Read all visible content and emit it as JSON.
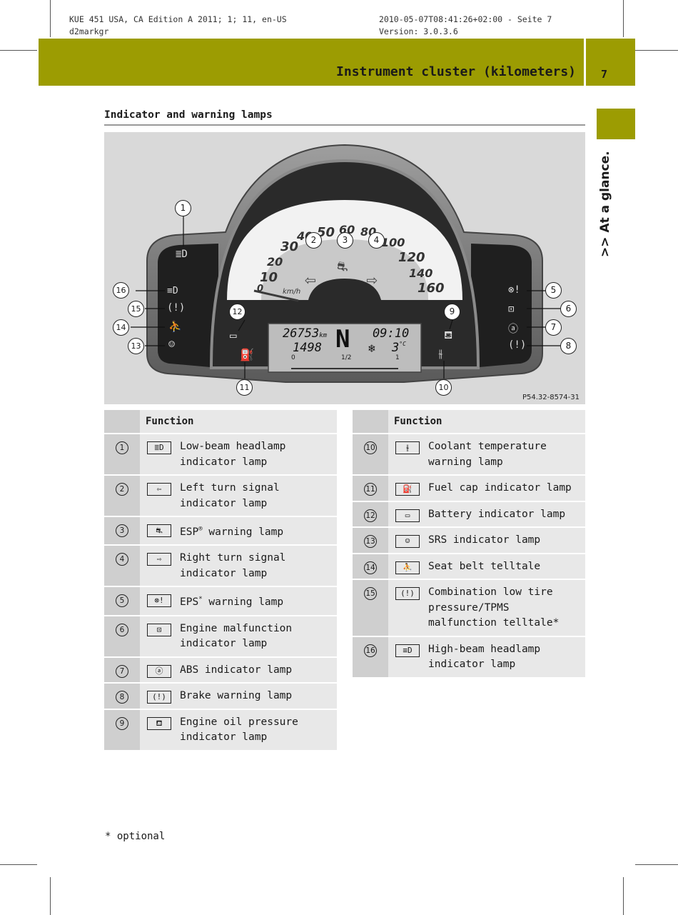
{
  "doc_meta": {
    "left_line1": "KUE 451 USA, CA Edition A 2011; 1; 11, en-US",
    "left_line2": "d2markgr",
    "right_line1": "2010-05-07T08:41:26+02:00 - Seite 7",
    "right_line2": "Version: 3.0.3.6"
  },
  "header": {
    "title": "Instrument cluster (kilometers)",
    "page_number": "7",
    "band_color": "#9c9c02"
  },
  "side_tab": {
    "label": ">> At a glance."
  },
  "section": {
    "title": "Indicator and warning lamps"
  },
  "figure": {
    "code": "P54.32-8574-31",
    "odometer": "26753",
    "odometer_unit": "km",
    "trip": "1498",
    "gear": "N",
    "clock": "09:10",
    "temperature": "3",
    "temperature_unit": "°C",
    "speed_unit": "km/h",
    "fuel_half": "1/2",
    "fuel_empty": "0",
    "fuel_full": "1",
    "speed_ticks": [
      "0",
      "10",
      "20",
      "30",
      "40",
      "50",
      "60",
      "80",
      "100",
      "120",
      "140",
      "160"
    ],
    "callouts": [
      "1",
      "2",
      "3",
      "4",
      "5",
      "6",
      "7",
      "8",
      "9",
      "10",
      "11",
      "12",
      "13",
      "14",
      "15",
      "16"
    ]
  },
  "table_header": "Function",
  "table_left": [
    {
      "num": "1",
      "icon": "low-beam-icon",
      "text": "Low-beam headlamp indicator lamp"
    },
    {
      "num": "2",
      "icon": "left-arrow-icon",
      "text": "Left turn signal indicator lamp"
    },
    {
      "num": "3",
      "icon": "esp-icon",
      "text": "ESP",
      "sup": "®",
      "text_after": " warning lamp"
    },
    {
      "num": "4",
      "icon": "right-arrow-icon",
      "text": "Right turn signal indicator lamp"
    },
    {
      "num": "5",
      "icon": "eps-icon",
      "text": "EPS",
      "sup": "*",
      "text_after": " warning lamp"
    },
    {
      "num": "6",
      "icon": "engine-icon",
      "text": "Engine malfunction indicator lamp"
    },
    {
      "num": "7",
      "icon": "abs-icon",
      "text": "ABS indicator lamp"
    },
    {
      "num": "8",
      "icon": "brake-icon",
      "text": "Brake warning lamp"
    },
    {
      "num": "9",
      "icon": "oil-can-icon",
      "text": "Engine oil pressure indicator lamp"
    }
  ],
  "table_right": [
    {
      "num": "10",
      "icon": "coolant-icon",
      "text": "Coolant temperature warning lamp"
    },
    {
      "num": "11",
      "icon": "fuel-cap-icon",
      "text": "Fuel cap indicator lamp"
    },
    {
      "num": "12",
      "icon": "battery-icon",
      "text": "Battery indicator lamp"
    },
    {
      "num": "13",
      "icon": "airbag-icon",
      "text": "SRS indicator lamp"
    },
    {
      "num": "14",
      "icon": "seat-belt-icon",
      "text": "Seat belt telltale"
    },
    {
      "num": "15",
      "icon": "tire-pressure-icon",
      "text": "Combination low tire pressure/TPMS malfunction telltale*"
    },
    {
      "num": "16",
      "icon": "high-beam-icon",
      "text": "High-beam headlamp indicator lamp"
    }
  ],
  "footnote": "* optional"
}
